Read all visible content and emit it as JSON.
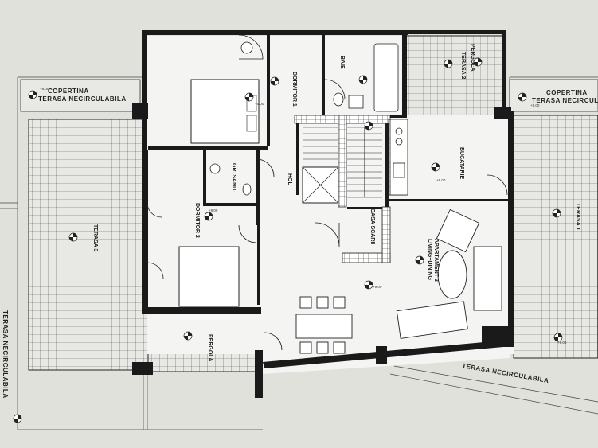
{
  "labels": {
    "copertina_left": "COPERTINA",
    "terasa_nc_left": "TERASA NECIRCULABILA",
    "copertina_right": "COPERTINA",
    "terasa_nc_right": "TERASA NECIRCULABILA",
    "terasa_nc_bottom": "TERASA NECIRCULABILA",
    "terasa_nc_side": "TERASA NECIRCULABILA",
    "dormitor1": "DORMITOR 1",
    "baie": "BAIE",
    "pergola_top": "PERGOLA",
    "terasa2": "TERASA 2",
    "gr_sanit": "GR. SANIT.",
    "hol": "HOL",
    "bucatarie": "BUCATARIE",
    "dormitor2": "DORMITOR 2",
    "terasa3": "TERASA 3",
    "casa_scarii": "CASA SCARII",
    "apartament": "APARTAMENT 2",
    "living": "LIVING+DINING",
    "terasa1": "TERASA 1",
    "pergola_bottom": "PERGOLA"
  },
  "levels": {
    "cop_left": "+9.00",
    "cop_right": "+9.00",
    "dormitor1": "+9.00",
    "dormitor2": "+9.00",
    "bucatarie": "+9.00",
    "living": "+9.00",
    "bottom": "+9.00"
  }
}
